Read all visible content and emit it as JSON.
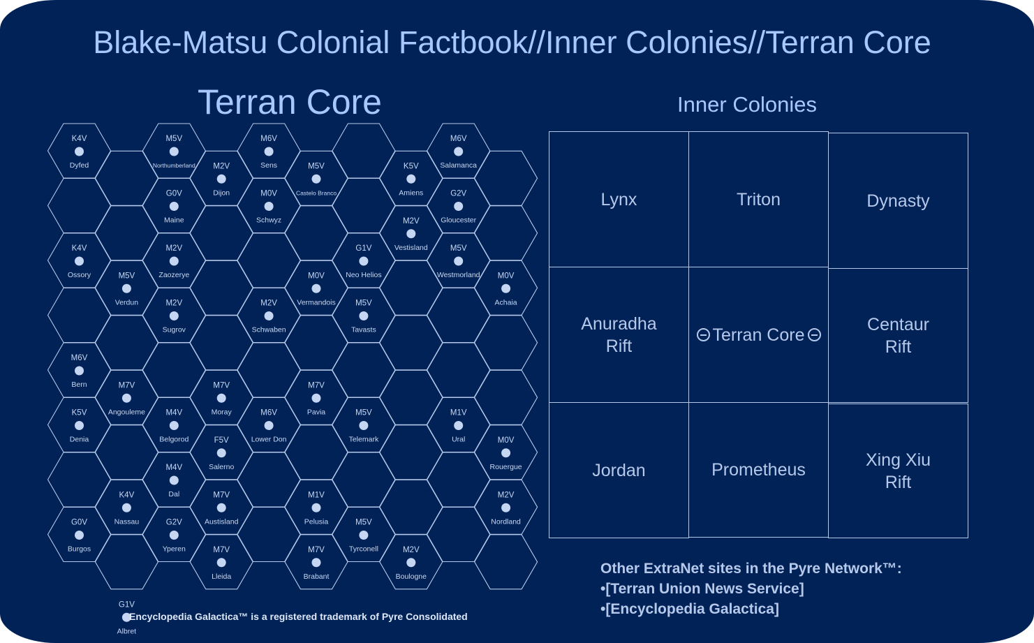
{
  "page_title": "Blake-Matsu Colonial Factbook//Inner Colonies//Terran Core",
  "map": {
    "title": "Terran Core",
    "systems": [
      {
        "col": 0,
        "row": 0,
        "type": "K4V",
        "name": "Dyfed"
      },
      {
        "col": 0,
        "row": 2,
        "type": "K4V",
        "name": "Ossory"
      },
      {
        "col": 0,
        "row": 4,
        "type": "M6V",
        "name": "Bern"
      },
      {
        "col": 0,
        "row": 5,
        "type": "K5V",
        "name": "Denia"
      },
      {
        "col": 0,
        "row": 7,
        "type": "G0V",
        "name": "Burgos"
      },
      {
        "col": 1,
        "row": 2,
        "type": "M5V",
        "name": "Verdun"
      },
      {
        "col": 1,
        "row": 4,
        "type": "M7V",
        "name": "Angouleme"
      },
      {
        "col": 1,
        "row": 6,
        "type": "K4V",
        "name": "Nassau"
      },
      {
        "col": 1,
        "row": 8,
        "type": "G1V",
        "name": "Albret"
      },
      {
        "col": 2,
        "row": 0,
        "type": "M5V",
        "name": "Northumberland",
        "small": true
      },
      {
        "col": 2,
        "row": 1,
        "type": "G0V",
        "name": "Maine"
      },
      {
        "col": 2,
        "row": 2,
        "type": "M2V",
        "name": "Zaozerye"
      },
      {
        "col": 2,
        "row": 3,
        "type": "M2V",
        "name": "Sugrov"
      },
      {
        "col": 2,
        "row": 5,
        "type": "M4V",
        "name": "Belgorod"
      },
      {
        "col": 2,
        "row": 6,
        "type": "M4V",
        "name": "Dal"
      },
      {
        "col": 2,
        "row": 7,
        "type": "G2V",
        "name": "Yperen"
      },
      {
        "col": 3,
        "row": 0,
        "type": "M2V",
        "name": "Dijon"
      },
      {
        "col": 3,
        "row": 4,
        "type": "M7V",
        "name": "Moray"
      },
      {
        "col": 3,
        "row": 5,
        "type": "F5V",
        "name": "Salerno"
      },
      {
        "col": 3,
        "row": 6,
        "type": "M7V",
        "name": "Austisland"
      },
      {
        "col": 3,
        "row": 7,
        "type": "M7V",
        "name": "Lleida"
      },
      {
        "col": 4,
        "row": 0,
        "type": "M6V",
        "name": "Sens"
      },
      {
        "col": 4,
        "row": 1,
        "type": "M0V",
        "name": "Schwyz"
      },
      {
        "col": 4,
        "row": 3,
        "type": "M2V",
        "name": "Schwaben"
      },
      {
        "col": 4,
        "row": 5,
        "type": "M6V",
        "name": "Lower Don"
      },
      {
        "col": 5,
        "row": 0,
        "type": "M5V",
        "name": "Castelo Branco",
        "small": true
      },
      {
        "col": 5,
        "row": 2,
        "type": "M0V",
        "name": "Vermandois"
      },
      {
        "col": 5,
        "row": 4,
        "type": "M7V",
        "name": "Pavia"
      },
      {
        "col": 5,
        "row": 6,
        "type": "M1V",
        "name": "Pelusia"
      },
      {
        "col": 5,
        "row": 7,
        "type": "M7V",
        "name": "Brabant"
      },
      {
        "col": 6,
        "row": 2,
        "type": "G1V",
        "name": "Neo Helios"
      },
      {
        "col": 6,
        "row": 3,
        "type": "M5V",
        "name": "Tavasts"
      },
      {
        "col": 6,
        "row": 5,
        "type": "M5V",
        "name": "Telemark"
      },
      {
        "col": 6,
        "row": 7,
        "type": "M5V",
        "name": "Tyrconell"
      },
      {
        "col": 7,
        "row": 0,
        "type": "K5V",
        "name": "Amiens"
      },
      {
        "col": 7,
        "row": 1,
        "type": "M2V",
        "name": "Vestisland"
      },
      {
        "col": 7,
        "row": 7,
        "type": "M2V",
        "name": "Boulogne"
      },
      {
        "col": 8,
        "row": 0,
        "type": "M6V",
        "name": "Salamanca"
      },
      {
        "col": 8,
        "row": 1,
        "type": "G2V",
        "name": "Gloucester"
      },
      {
        "col": 8,
        "row": 2,
        "type": "M5V",
        "name": "Westmorland"
      },
      {
        "col": 8,
        "row": 5,
        "type": "M1V",
        "name": "Ural"
      },
      {
        "col": 9,
        "row": 2,
        "type": "M0V",
        "name": "Achaia"
      },
      {
        "col": 9,
        "row": 5,
        "type": "M0V",
        "name": "Rouergue"
      },
      {
        "col": 9,
        "row": 6,
        "type": "M2V",
        "name": "Nordland"
      }
    ]
  },
  "inner_colonies": {
    "title": "Inner Colonies",
    "regions": {
      "lynx": "Lynx",
      "triton": "Triton",
      "dynasty": "Dynasty",
      "anuradha_rift": "Anuradha\nRift",
      "terran_core": "Terran Core",
      "centaur_rift": "Centaur\nRift",
      "jordan": "Jordan",
      "prometheus": "Prometheus",
      "xing_xiu_rift": "Xing Xiu\nRift"
    }
  },
  "links": {
    "heading": "Other ExtraNet sites in the Pyre Network™:",
    "items": [
      "•[Terran Union News Service]",
      "•[Encyclopedia Galactica]"
    ]
  },
  "footer": "Encyclopedia Galactica™ is a registered trademark of Pyre Consolidated",
  "colors": {
    "background": "#002257",
    "line": "#b7c9ea",
    "title_text": "#a9c7ff",
    "star_dot": "#c5d6f2"
  }
}
